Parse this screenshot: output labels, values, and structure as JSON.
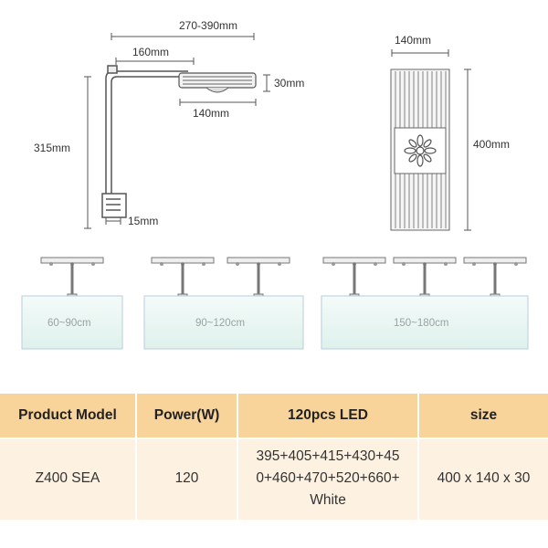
{
  "dimensions": {
    "overall_reach": "270-390mm",
    "arm_length": "160mm",
    "fixture_height": "30mm",
    "fixture_width_side": "140mm",
    "total_height": "315mm",
    "clamp_thickness": "15mm",
    "top_width": "140mm",
    "top_length": "400mm"
  },
  "tanks": [
    {
      "label": "60~90cm"
    },
    {
      "label": "90~120cm"
    },
    {
      "label": "150~180cm"
    }
  ],
  "table": {
    "headers": [
      "Product Model",
      "Power(W)",
      "120pcs LED",
      "size"
    ],
    "row": {
      "model": "Z400 SEA",
      "power": "120",
      "led_line1": "395+405+415+430+45",
      "led_line2": "0+460+470+520+660+",
      "led_line3": "White",
      "size": "400 x 140 x 30"
    }
  },
  "colors": {
    "header_bg": "#f8d49a",
    "row_bg": "#fdf2e2",
    "tank_water": "#e9f6f3"
  }
}
